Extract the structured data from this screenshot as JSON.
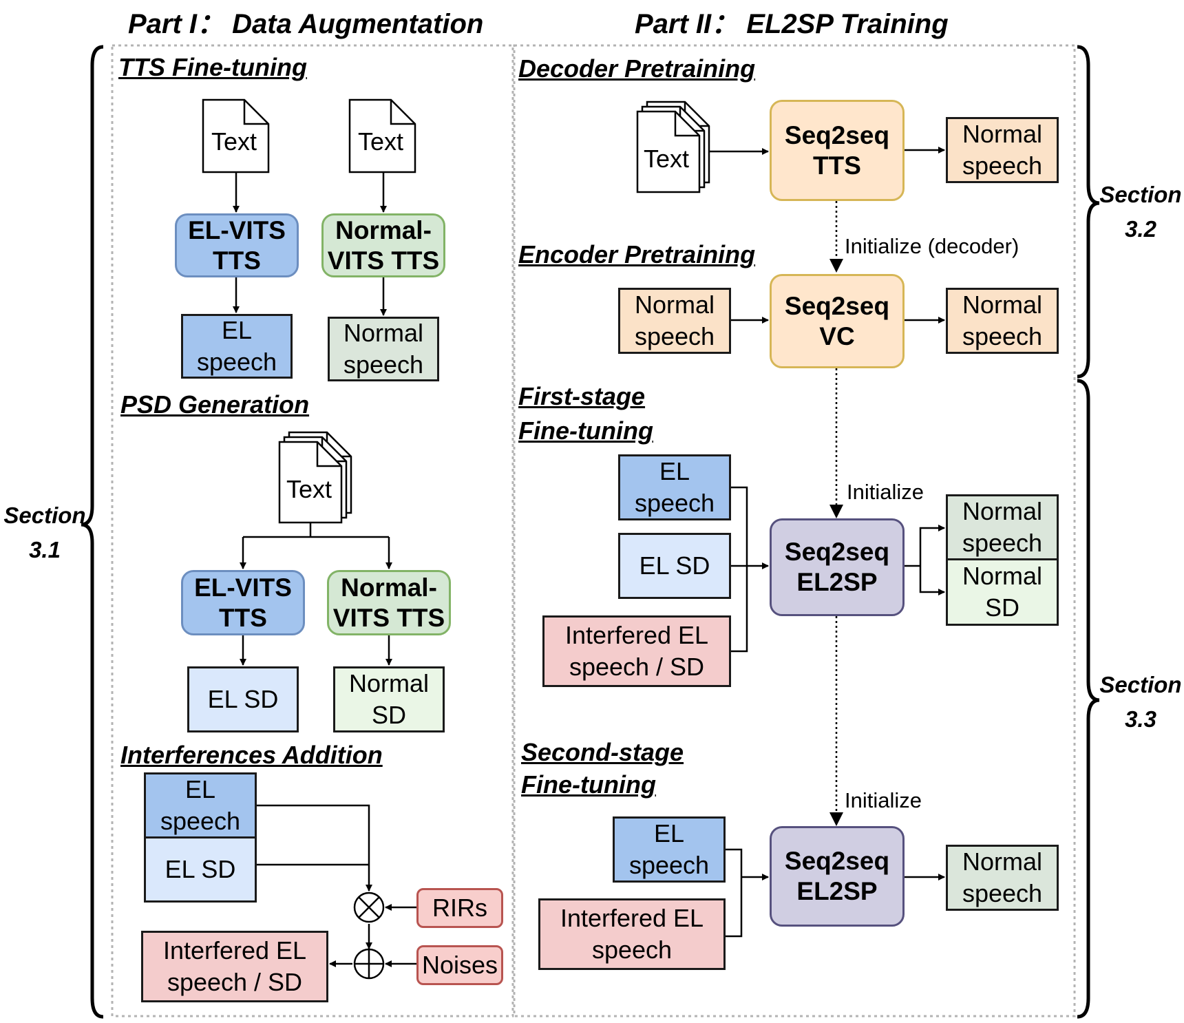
{
  "parts": {
    "part1": "Part I： Data Augmentation",
    "part2": "Part II： EL2SP Training"
  },
  "sections": {
    "tts_finetuning": "TTS Fine-tuning",
    "psd_generation": "PSD Generation",
    "interferences_addition": "Interferences Addition",
    "decoder_pretraining": "Decoder Pretraining",
    "encoder_pretraining": "Encoder Pretraining",
    "first_stage": [
      "First-stage",
      "Fine-tuning"
    ],
    "second_stage": [
      "Second-stage",
      "Fine-tuning"
    ]
  },
  "section_labels": {
    "s31": [
      "Section",
      "3.1"
    ],
    "s32": [
      "Section",
      "3.2"
    ],
    "s33": [
      "Section",
      "3.3"
    ]
  },
  "docs": {
    "text": "Text"
  },
  "models": {
    "el_vits": [
      "EL-VITS",
      "TTS"
    ],
    "normal_vits": [
      "Normal-",
      "VITS TTS"
    ],
    "seq2seq_tts": [
      "Seq2seq",
      "TTS"
    ],
    "seq2seq_vc": [
      "Seq2seq",
      "VC"
    ],
    "seq2seq_el2sp": [
      "Seq2seq",
      "EL2SP"
    ]
  },
  "data_labels": {
    "el_speech": [
      "EL",
      "speech"
    ],
    "normal_speech": [
      "Normal",
      "speech"
    ],
    "el_sd": [
      "EL SD"
    ],
    "normal_sd": [
      "Normal",
      "SD"
    ],
    "interfered_el_speech_sd": [
      "Interfered EL",
      "speech / SD"
    ],
    "interfered_el_speech": [
      "Interfered EL",
      "speech"
    ],
    "rirs": [
      "RIRs"
    ],
    "noises": [
      "Noises"
    ]
  },
  "edge_labels": {
    "init_decoder": "Initialize (decoder)",
    "init": "Initialize"
  },
  "colors": {
    "blue": "#a3c4ee",
    "green": "#d5e8d4",
    "orange": "#ffe6cc",
    "purple": "#d0cee2",
    "red": "#f4cccc"
  }
}
